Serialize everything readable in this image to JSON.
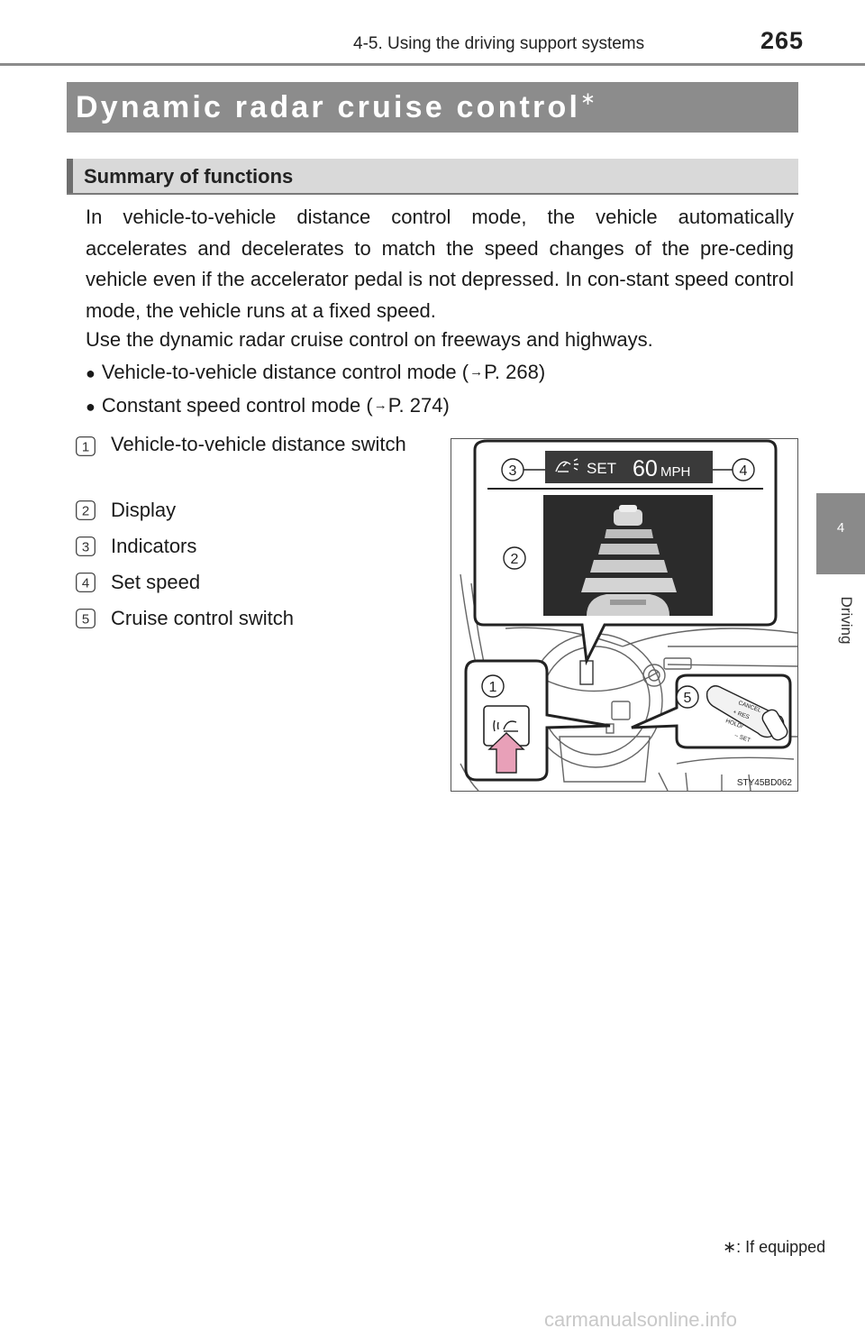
{
  "header": {
    "section_title": "4-5. Using the driving support systems",
    "page_number": "265"
  },
  "side_tab": {
    "chapter_number": "4",
    "chapter_label": "Driving"
  },
  "title": {
    "text": "Dynamic radar cruise control",
    "mark": "∗"
  },
  "subheading": "Summary of functions",
  "body": {
    "paragraph1": "In vehicle-to-vehicle distance control mode, the vehicle automatically accelerates and decelerates to match the speed changes of the pre-ceding vehicle even if the accelerator pedal is not depressed. In con-stant speed control mode, the vehicle runs at a fixed speed.",
    "paragraph2": "Use the dynamic radar cruise control on freeways and highways.",
    "bullets": [
      {
        "text": "Vehicle-to-vehicle distance control mode (",
        "ref": "P. 268)"
      },
      {
        "text": "Constant speed control mode (",
        "ref": "P. 274)"
      }
    ]
  },
  "legend": [
    {
      "num": "1",
      "label": "Vehicle-to-vehicle distance switch"
    },
    {
      "num": "2",
      "label": "Display"
    },
    {
      "num": "3",
      "label": "Indicators"
    },
    {
      "num": "4",
      "label": "Set speed"
    },
    {
      "num": "5",
      "label": "Cruise control switch"
    }
  ],
  "figure": {
    "set_text": "SET",
    "speed_value": "60",
    "speed_unit": "MPH",
    "callouts": [
      "1",
      "2",
      "3",
      "4",
      "5"
    ],
    "lever_labels": [
      "CANCEL",
      "+ RES",
      "HOLD/",
      "– SET"
    ],
    "code": "STY45BD062"
  },
  "footnote": {
    "mark": "∗",
    "text": ": If equipped"
  },
  "watermark": "carmanualsonline.info",
  "colors": {
    "header_bar": "#8c8c8c",
    "sub_bar": "#d9d9d9",
    "arrow_pink": "#e8a0b8"
  }
}
